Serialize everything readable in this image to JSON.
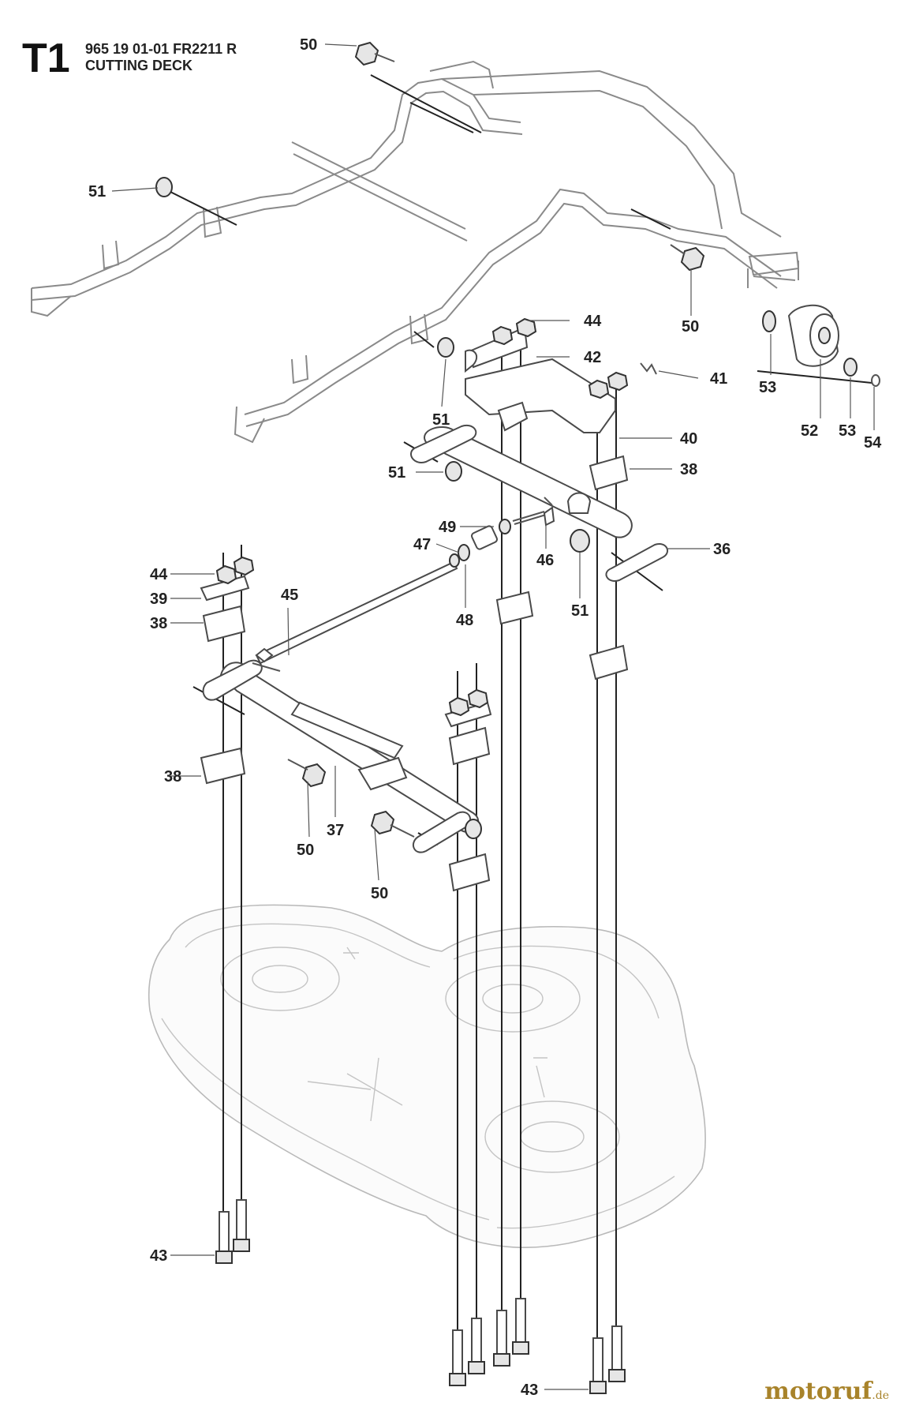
{
  "header": {
    "section": "T1",
    "code": "965 19 01-01 FR2211 R",
    "title": "CUTTING DECK"
  },
  "watermark": {
    "brand": "motoruf",
    "suffix": ".de",
    "color": "#a8832a"
  },
  "callouts": [
    {
      "label": "50",
      "part": "bolt"
    },
    {
      "label": "51",
      "part": "nut"
    },
    {
      "label": "50",
      "part": "bolt"
    },
    {
      "label": "44",
      "part": "nut"
    },
    {
      "label": "42",
      "part": "plate"
    },
    {
      "label": "41",
      "part": "clip"
    },
    {
      "label": "40",
      "part": "bracket"
    },
    {
      "label": "38",
      "part": "block"
    },
    {
      "label": "51",
      "part": "nut"
    },
    {
      "label": "51",
      "part": "nut"
    },
    {
      "label": "36",
      "part": "shaft"
    },
    {
      "label": "49",
      "part": "spacer"
    },
    {
      "label": "47",
      "part": "nut"
    },
    {
      "label": "46",
      "part": "spring"
    },
    {
      "label": "48",
      "part": "washer"
    },
    {
      "label": "51",
      "part": "nut"
    },
    {
      "label": "53",
      "part": "washer"
    },
    {
      "label": "52",
      "part": "roller"
    },
    {
      "label": "53",
      "part": "washer"
    },
    {
      "label": "54",
      "part": "clip"
    },
    {
      "label": "44",
      "part": "nut"
    },
    {
      "label": "39",
      "part": "plate"
    },
    {
      "label": "38",
      "part": "block"
    },
    {
      "label": "45",
      "part": "rod"
    },
    {
      "label": "38",
      "part": "block"
    },
    {
      "label": "37",
      "part": "shaft"
    },
    {
      "label": "50",
      "part": "bolt"
    },
    {
      "label": "50",
      "part": "bolt"
    },
    {
      "label": "43",
      "part": "bolt"
    },
    {
      "label": "43",
      "part": "bolt"
    }
  ]
}
